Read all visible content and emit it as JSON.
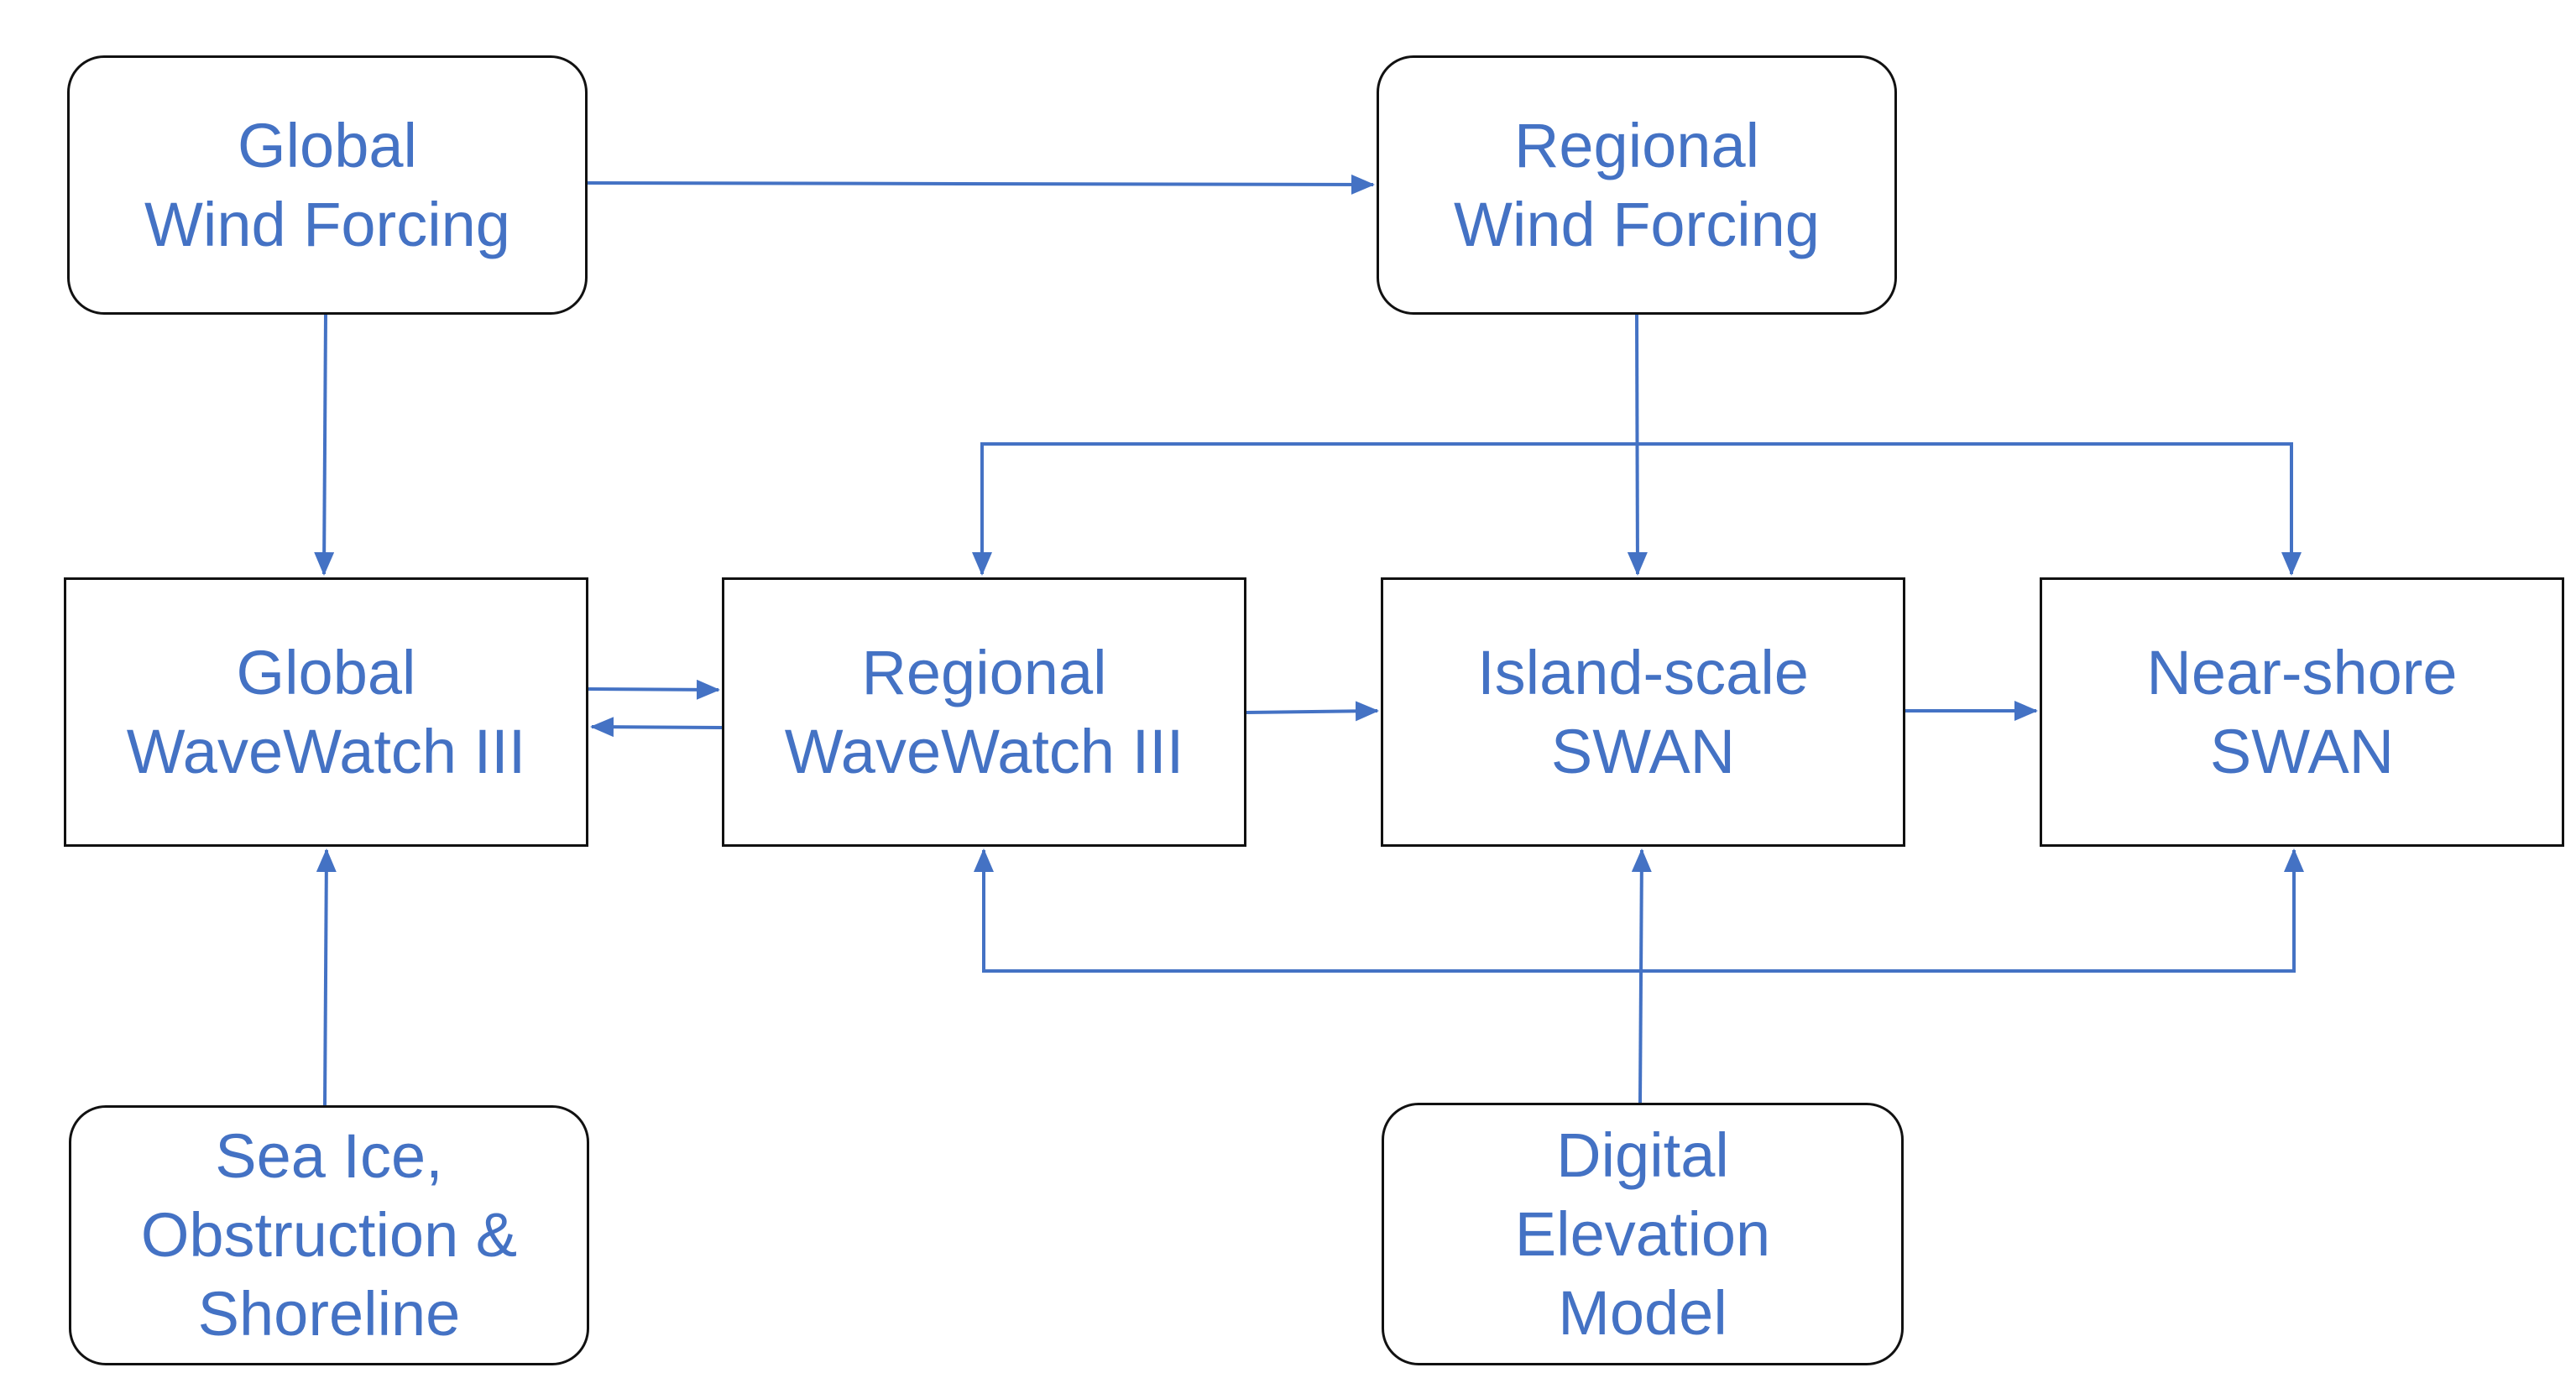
{
  "diagram": {
    "nodes": {
      "global_wind": [
        "Global",
        "Wind Forcing"
      ],
      "regional_wind": [
        "Regional",
        "Wind Forcing"
      ],
      "global_ww3": [
        "Global",
        "WaveWatch III"
      ],
      "regional_ww3": [
        "Regional",
        "WaveWatch III"
      ],
      "island_swan": [
        "Island-scale",
        "SWAN"
      ],
      "nearshore_swan": [
        "Near-shore",
        "SWAN"
      ],
      "sea_ice": [
        "Sea Ice,",
        "Obstruction &",
        "Shoreline"
      ],
      "dem": [
        "Digital",
        "Elevation",
        "Model"
      ]
    },
    "edges": [
      {
        "from": "Global Wind Forcing",
        "to": "Regional Wind Forcing"
      },
      {
        "from": "Global Wind Forcing",
        "to": "Global WaveWatch III"
      },
      {
        "from": "Regional Wind Forcing",
        "to": "Island-scale SWAN"
      },
      {
        "from": "Regional Wind Forcing",
        "to": "Regional WaveWatch III"
      },
      {
        "from": "Regional Wind Forcing",
        "to": "Near-shore SWAN"
      },
      {
        "from": "Global WaveWatch III",
        "to": "Regional WaveWatch III"
      },
      {
        "from": "Regional WaveWatch III",
        "to": "Global WaveWatch III"
      },
      {
        "from": "Regional WaveWatch III",
        "to": "Island-scale SWAN"
      },
      {
        "from": "Island-scale SWAN",
        "to": "Near-shore SWAN"
      },
      {
        "from": "Sea Ice, Obstruction & Shoreline",
        "to": "Global WaveWatch III"
      },
      {
        "from": "Digital Elevation Model",
        "to": "Island-scale SWAN"
      },
      {
        "from": "Digital Elevation Model",
        "to": "Regional WaveWatch III"
      },
      {
        "from": "Digital Elevation Model",
        "to": "Near-shore SWAN"
      }
    ],
    "colors": {
      "arrow": "#4472c4",
      "text": "#4472c4",
      "border": "#111111"
    }
  }
}
